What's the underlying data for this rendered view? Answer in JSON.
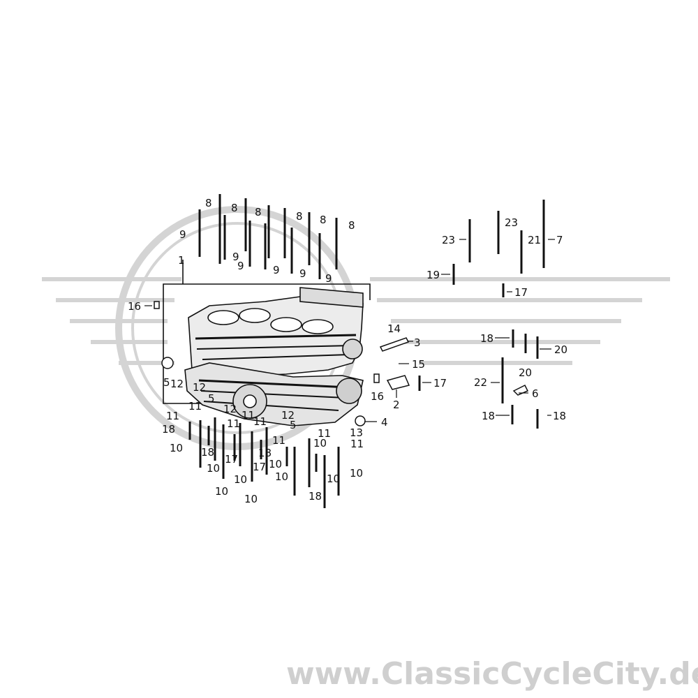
{
  "diagram": {
    "callouts": [
      {
        "id": "c1",
        "label": "1"
      },
      {
        "id": "c2",
        "label": "2"
      },
      {
        "id": "c3",
        "label": "3"
      },
      {
        "id": "c4",
        "label": "4"
      },
      {
        "id": "c5a",
        "label": "5"
      },
      {
        "id": "c5b",
        "label": "5"
      },
      {
        "id": "c5c",
        "label": "5"
      },
      {
        "id": "c6",
        "label": "6"
      },
      {
        "id": "c7",
        "label": "7"
      },
      {
        "id": "c8a",
        "label": "8"
      },
      {
        "id": "c8b",
        "label": "8"
      },
      {
        "id": "c8c",
        "label": "8"
      },
      {
        "id": "c8d",
        "label": "8"
      },
      {
        "id": "c8e",
        "label": "8"
      },
      {
        "id": "c8f",
        "label": "8"
      },
      {
        "id": "c9a",
        "label": "9"
      },
      {
        "id": "c9b",
        "label": "9"
      },
      {
        "id": "c9c",
        "label": "9"
      },
      {
        "id": "c9d",
        "label": "9"
      },
      {
        "id": "c9e",
        "label": "9"
      },
      {
        "id": "c9f",
        "label": "9"
      },
      {
        "id": "c10a",
        "label": "10"
      },
      {
        "id": "c10b",
        "label": "10"
      },
      {
        "id": "c10c",
        "label": "10"
      },
      {
        "id": "c10d",
        "label": "10"
      },
      {
        "id": "c10e",
        "label": "10"
      },
      {
        "id": "c10f",
        "label": "10"
      },
      {
        "id": "c10g",
        "label": "10"
      },
      {
        "id": "c10h",
        "label": "10"
      },
      {
        "id": "c10i",
        "label": "10"
      },
      {
        "id": "c10j",
        "label": "10"
      },
      {
        "id": "c11a",
        "label": "11"
      },
      {
        "id": "c11b",
        "label": "11"
      },
      {
        "id": "c11c",
        "label": "11"
      },
      {
        "id": "c11d",
        "label": "11"
      },
      {
        "id": "c11e",
        "label": "11"
      },
      {
        "id": "c11f",
        "label": "11"
      },
      {
        "id": "c11g",
        "label": "11"
      },
      {
        "id": "c11h",
        "label": "11"
      },
      {
        "id": "c12a",
        "label": "12"
      },
      {
        "id": "c12b",
        "label": "12"
      },
      {
        "id": "c12c",
        "label": "12"
      },
      {
        "id": "c12d",
        "label": "12"
      },
      {
        "id": "c13",
        "label": "13"
      },
      {
        "id": "c14",
        "label": "14"
      },
      {
        "id": "c15",
        "label": "15"
      },
      {
        "id": "c16a",
        "label": "16"
      },
      {
        "id": "c16b",
        "label": "16"
      },
      {
        "id": "c17a",
        "label": "17"
      },
      {
        "id": "c17b",
        "label": "17"
      },
      {
        "id": "c17c",
        "label": "17"
      },
      {
        "id": "c17d",
        "label": "17"
      },
      {
        "id": "c18a",
        "label": "18"
      },
      {
        "id": "c18b",
        "label": "18"
      },
      {
        "id": "c18c",
        "label": "18"
      },
      {
        "id": "c18d",
        "label": "18"
      },
      {
        "id": "c18e",
        "label": "18"
      },
      {
        "id": "c18f",
        "label": "18"
      },
      {
        "id": "c18g",
        "label": "18"
      },
      {
        "id": "c19",
        "label": "19"
      },
      {
        "id": "c20a",
        "label": "20"
      },
      {
        "id": "c20b",
        "label": "20"
      },
      {
        "id": "c21",
        "label": "21"
      },
      {
        "id": "c22",
        "label": "22"
      },
      {
        "id": "c23a",
        "label": "23"
      },
      {
        "id": "c23b",
        "label": "23"
      }
    ]
  },
  "watermark": {
    "text": "www.ClassicCycleCity.de"
  },
  "colors": {
    "ink": "#111111",
    "watermark": "#cfcfcf",
    "background": "#ffffff"
  }
}
